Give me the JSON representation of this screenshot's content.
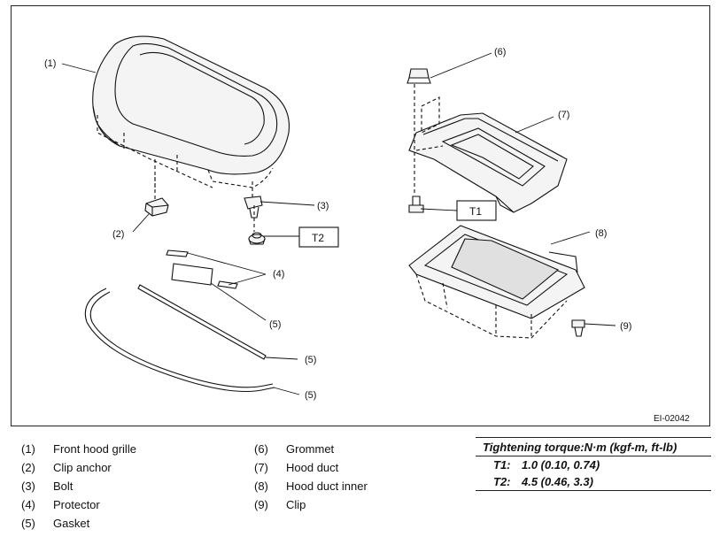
{
  "diagram": {
    "figure_id": "EI-02042",
    "callouts": {
      "c1": "(1)",
      "c2": "(2)",
      "c3": "(3)",
      "c4": "(4)",
      "c5a": "(5)",
      "c5b": "(5)",
      "c5c": "(5)",
      "c6": "(6)",
      "c7": "(7)",
      "c8": "(8)",
      "c9": "(9)"
    },
    "torque_boxes": {
      "t1": "T1",
      "t2": "T2"
    }
  },
  "legend": {
    "left": [
      {
        "num": "(1)",
        "name": "Front hood grille"
      },
      {
        "num": "(2)",
        "name": "Clip anchor"
      },
      {
        "num": "(3)",
        "name": "Bolt"
      },
      {
        "num": "(4)",
        "name": "Protector"
      },
      {
        "num": "(5)",
        "name": "Gasket"
      }
    ],
    "middle": [
      {
        "num": "(6)",
        "name": "Grommet"
      },
      {
        "num": "(7)",
        "name": "Hood duct"
      },
      {
        "num": "(8)",
        "name": "Hood duct inner"
      },
      {
        "num": "(9)",
        "name": "Clip"
      }
    ]
  },
  "torque": {
    "title": "Tightening torque:N·m (kgf-m, ft-lb)",
    "rows": [
      {
        "key": "T1:",
        "value": "1.0 (0.10, 0.74)"
      },
      {
        "key": "T2:",
        "value": "4.5 (0.46, 3.3)"
      }
    ]
  }
}
